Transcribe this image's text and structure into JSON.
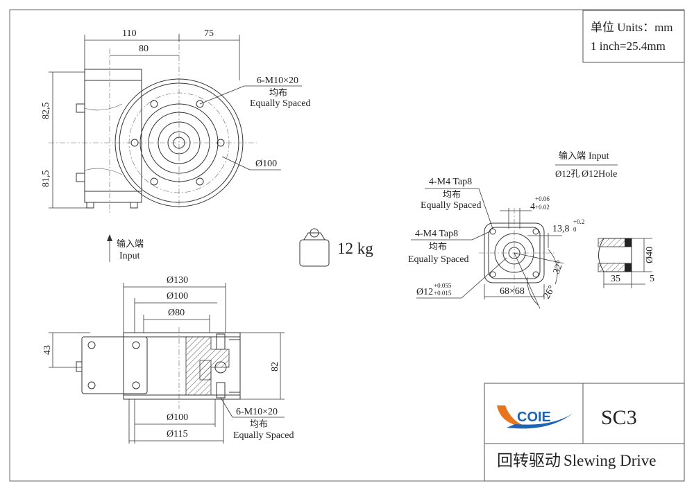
{
  "units_box": {
    "line1": "单位 Units：mm",
    "line2": "1 inch=25.4mm"
  },
  "front_view": {
    "dim_110": "110",
    "dim_75": "75",
    "dim_80": "80",
    "dim_82_5": "82,5",
    "dim_81_5": "81,5",
    "holes_label": "6-M10×20",
    "holes_cn": "均布",
    "holes_en": "Equally Spaced",
    "dia_label": "Ø100",
    "input_cn": "输入端",
    "input_en": "Input"
  },
  "weight": {
    "label": "12 kg"
  },
  "section_view": {
    "dia_130": "Ø130",
    "dia_100_top": "Ø100",
    "dia_80": "Ø80",
    "dim_43": "43",
    "dim_82": "82",
    "dia_100_bottom": "Ø100",
    "dia_115": "Ø115",
    "holes_label": "6-M10×20",
    "holes_cn": "均布",
    "holes_en": "Equally Spaced"
  },
  "input_view": {
    "title_cn": "输入端",
    "title_en": "Input",
    "hole_cn": "Ø12孔",
    "hole_en": "Ø12Hole",
    "tap_top_label": "4-M4 Tap8",
    "tap_top_cn": "均布",
    "tap_top_en": "Equally Spaced",
    "tap_mid_label": "4-M4 Tap8",
    "tap_mid_cn": "均布",
    "tap_mid_en": "Equally Spaced",
    "tol_top": "+0.06",
    "tol_4": "4",
    "tol_bottom": "+0.02",
    "dim_13_8": "13,8",
    "tol_13_8_upper": "+0.2",
    "tol_13_8_lower": "0",
    "bore_dia": "Ø12",
    "bore_tol_upper": "+0.055",
    "bore_tol_lower": "+0.015",
    "square": "68×68",
    "angle_32": "32°",
    "angle_26": "26°",
    "dia_40": "Ø40",
    "dim_35": "35",
    "dim_5": "5"
  },
  "title_block": {
    "logo_text": "COIE",
    "model": "SC3",
    "name_cn": "回转驱动",
    "name_en": "Slewing Drive",
    "logo_colors": {
      "orange": "#e8741c",
      "blue": "#1e64b4"
    }
  }
}
